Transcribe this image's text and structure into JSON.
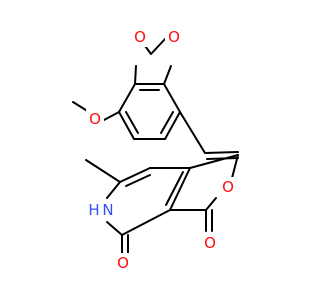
{
  "colors": {
    "carbon": "#000000",
    "oxygen": "#ff0d0d",
    "nitrogen": "#3050f8",
    "background": "#ffffff"
  },
  "atoms": {
    "o_dioxole_left": "O",
    "o_dioxole_right": "O",
    "o_methoxy": "O",
    "o_furanone_ring": "O",
    "nh": "N",
    "h_on_n": "H",
    "o_carbonyl_left": "O",
    "o_carbonyl_right": "O"
  }
}
